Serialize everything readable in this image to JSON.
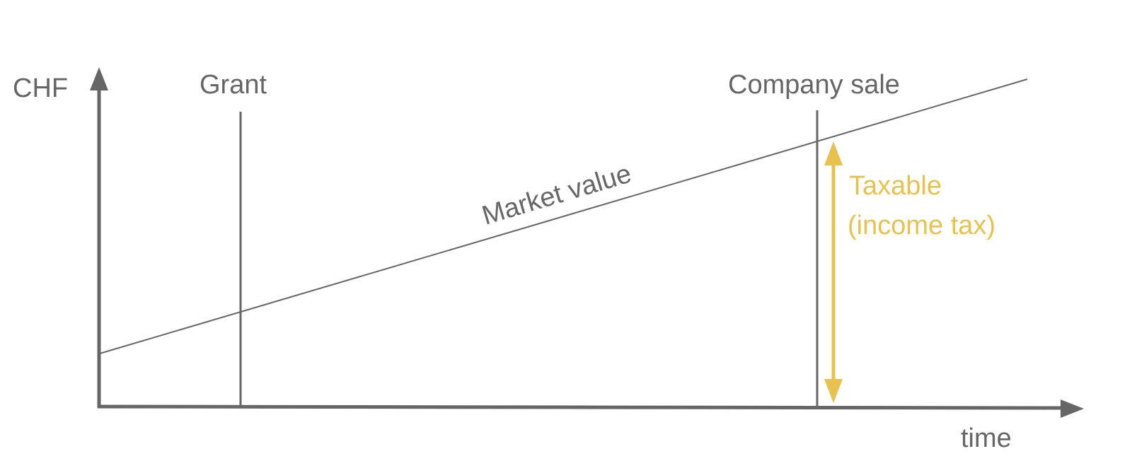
{
  "labels": {
    "y_axis": "CHF",
    "x_axis": "time",
    "grant": "Grant",
    "company_sale": "Company sale",
    "market_value": "Market value",
    "taxable_line1": "Taxable",
    "taxable_line2": "(income tax)"
  },
  "colors": {
    "axis": "#666666",
    "text": "#666666",
    "accent": "#e8c24f"
  }
}
